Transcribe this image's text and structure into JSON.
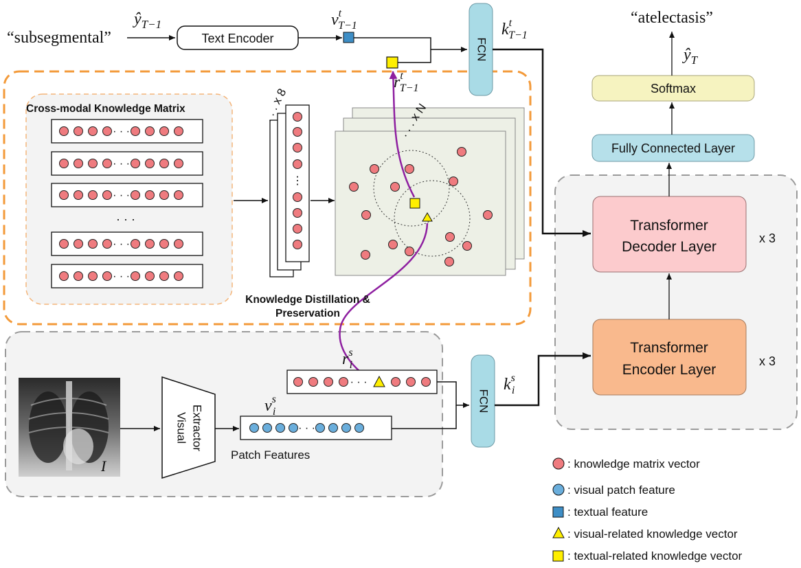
{
  "input_word": "“subsegmental”",
  "output_word": "“atelectasis”",
  "math": {
    "y_prev": "ŷ",
    "y_prev_sub": "T−1",
    "v_t": "v",
    "v_t_sup": "t",
    "v_t_sub": "T−1",
    "k_t": "k",
    "k_t_sup": "t",
    "k_t_sub": "T−1",
    "r_t": "r",
    "r_t_sup": "t",
    "r_t_sub": "T−1",
    "y_T": "ŷ",
    "y_T_sub": "T",
    "r_s": "r",
    "r_s_sup": "s",
    "r_s_sub": "i",
    "v_s": "v",
    "v_s_sup": "s",
    "v_s_sub": "i",
    "k_s": "k",
    "k_s_sup": "s",
    "k_s_sub": "i",
    "image_label": "I"
  },
  "blocks": {
    "text_encoder": "Text Encoder",
    "fcn_top": "FCN",
    "fcn_bottom": "FCN",
    "softmax": "Softmax",
    "fully_connected": "Fully Connected Layer",
    "decoder_line1": "Transformer",
    "decoder_line2": "Decoder Layer",
    "encoder_line1": "Transformer",
    "encoder_line2": "Encoder Layer",
    "visual_extractor_line1": "Visual",
    "visual_extractor_line2": "Extractor"
  },
  "multipliers": {
    "decoder": "x 3",
    "encoder": "x 3",
    "stack_top": ". . . x 8",
    "stack_cloud": ". . . x N"
  },
  "labels": {
    "knowledge_matrix": "Cross-modal Knowledge Matrix",
    "distillation_line1": "Knowledge Distillation &",
    "distillation_line2": "Preservation",
    "patch_features": "Patch Features",
    "row_ellipsis": "· · ·",
    "dot_ellipsis": "· · ·"
  },
  "legend": [
    {
      "shape": "circle-red",
      "text": ": knowledge matrix vector"
    },
    {
      "shape": "circle-blue",
      "text": ": visual patch feature"
    },
    {
      "shape": "square-blue",
      "text": ": textual feature"
    },
    {
      "shape": "triangle-yellow",
      "text": ": visual-related knowledge vector"
    },
    {
      "shape": "square-yellow",
      "text": ": textual-related knowledge vector"
    }
  ],
  "colors": {
    "knowledge_dot": "#ef7b7f",
    "patch_dot": "#6aaedc",
    "textual_square": "#3e8ec6",
    "yellow": "#ffef00",
    "fcn": "#a9dbe6",
    "softmax": "#f6f3c0",
    "fully_connected": "#b6e0ea",
    "decoder": "#fccbcd",
    "encoder": "#f9b98d",
    "orange_dash": "#f39a3a",
    "purple": "#8e1fa0"
  }
}
